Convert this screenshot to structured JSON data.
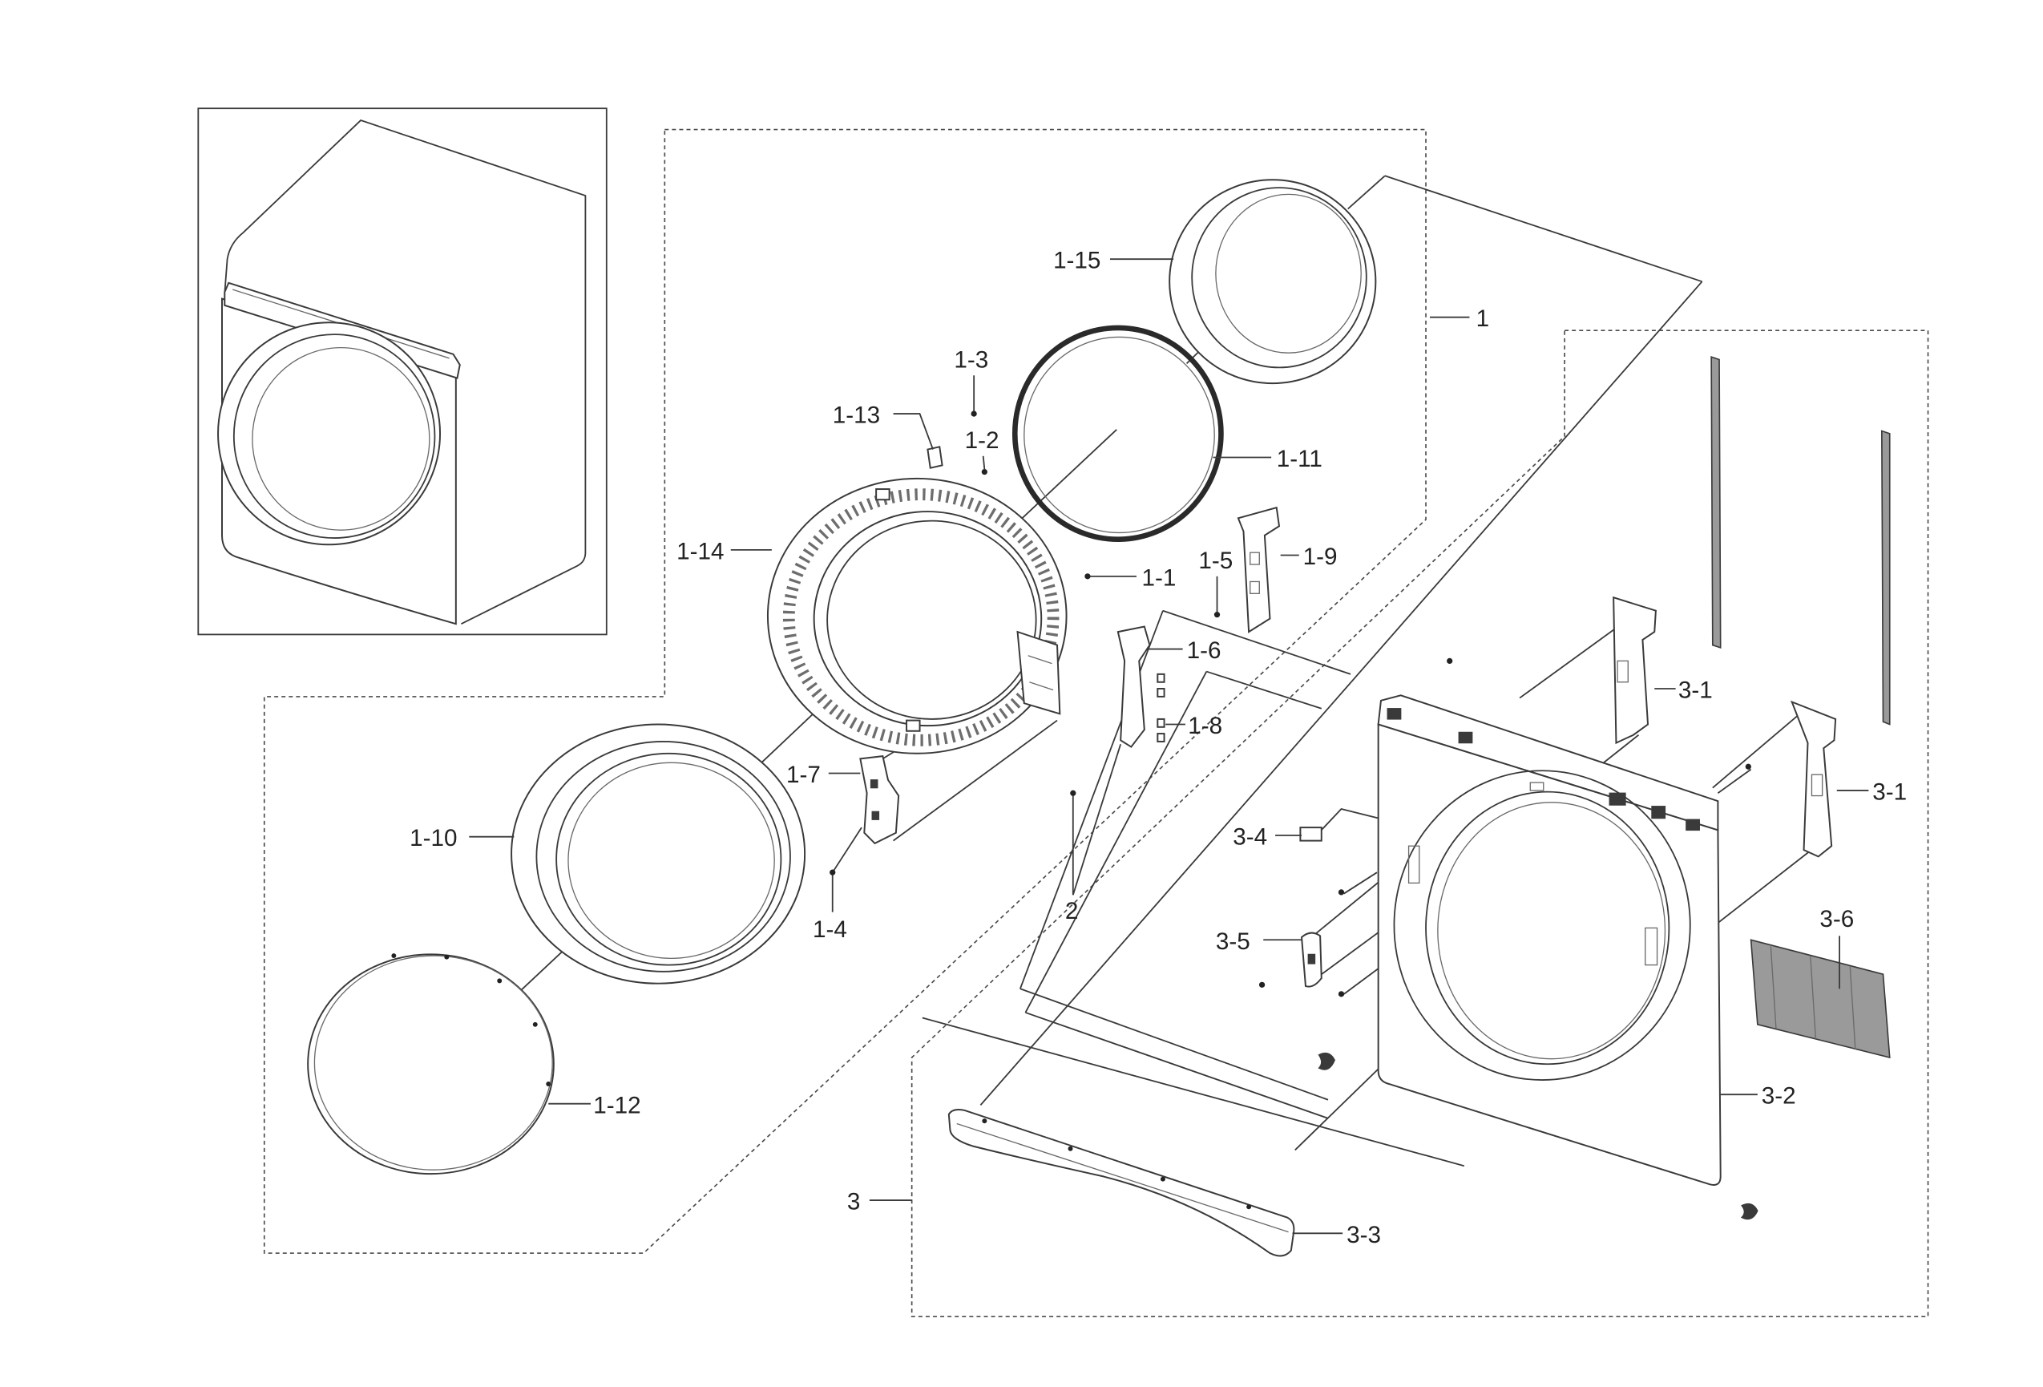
{
  "colors": {
    "line": "#3a3a3a",
    "background": "#ffffff",
    "filter_fill": "#9a9a9a"
  },
  "diagram": {
    "callouts": [
      "1-15",
      "1",
      "1-3",
      "1-13",
      "1-2",
      "1-11",
      "1-14",
      "1-5",
      "1-9",
      "1-1",
      "1-6",
      "3-1",
      "1-8",
      "1-7",
      "3-1",
      "1-10",
      "3-4",
      "2",
      "1-4",
      "3-6",
      "3-5",
      "1-12",
      "3-2",
      "3",
      "3-3"
    ]
  }
}
